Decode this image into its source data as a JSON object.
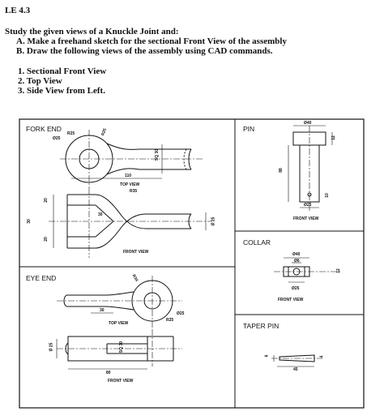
{
  "header": {
    "code": "LE 4.3",
    "intro": "Study the given views of a Knuckle Joint and:",
    "tasks": [
      "A.  Make a freehand sketch for the sectional Front View of the assembly",
      "B.  Draw the following views of the assembly using CAD commands."
    ],
    "views": [
      "1.  Sectional Front View",
      "2.  Top View",
      "3.  Side View from Left."
    ]
  },
  "panels": {
    "fork_end": {
      "title": "FORK END",
      "dims": [
        "Ø25",
        "R25",
        "R25",
        "SQ 30",
        "110",
        "TOP VIEW",
        "R35",
        "30",
        "20",
        "30",
        "20",
        "Ø 25",
        "FRONT VIEW"
      ]
    },
    "eye_end": {
      "title": "EYE END",
      "dims": [
        "R34",
        "30",
        "Ø25",
        "R25",
        "TOP VIEW",
        "Ø 25",
        "SQ 30",
        "80",
        "FRONT VIEW"
      ]
    },
    "pin": {
      "title": "PIN",
      "dims": [
        "Ø40",
        "12",
        "88",
        "Ø25",
        "10",
        "FRONT VIEW"
      ]
    },
    "collar": {
      "title": "COLLAR",
      "dims": [
        "Ø40",
        "Ø6",
        "Ø25",
        "12",
        "FRONT VIEW"
      ]
    },
    "taper_pin": {
      "title": "TAPER PIN",
      "dims": [
        "6",
        "45",
        "4"
      ]
    }
  }
}
